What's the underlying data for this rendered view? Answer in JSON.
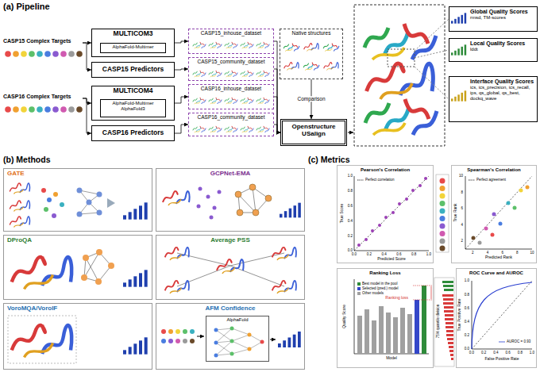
{
  "diagram": {
    "nodes": [
      {
        "text": [
          "CASP15 Complex Targets"
        ]
      },
      {
        "text": [
          "MULTICOM3"
        ]
      },
      {
        "text": [
          "AlphaFold-Multimer"
        ],
        "in": 1
      },
      {
        "text": [
          "CASP15 Predictors"
        ]
      },
      {
        "text": [
          "CASP16 Complex Targets"
        ]
      },
      {
        "text": [
          "MULTICOM4"
        ]
      },
      {
        "text": [
          "AlphaFold-Multimer AlphaFold3"
        ],
        "in": 5
      },
      {
        "text": [
          "CASP16 Predictors"
        ]
      },
      {
        "text": [
          "CASP15_inhouse_dataset"
        ]
      },
      {
        "text": [
          "CASP15_community_dataset"
        ]
      },
      {
        "text": [
          "CASP16_inhouse_dataset"
        ]
      },
      {
        "text": [
          "CASP16_community_dataset"
        ]
      },
      {
        "text": [
          "Native structures"
        ]
      },
      {
        "text": [
          "Openstructure",
          "USalign"
        ]
      },
      {
        "text": [
          "Global Quality Scores",
          "rmsd, TM-scores"
        ]
      },
      {
        "text": [
          "Local Quality Scores",
          "lddt"
        ]
      },
      {
        "text": [
          "Interface Quality Scores",
          "ics, ics_precision, ics_recall, ips, qs_global, qs_best, dockq_wave"
        ]
      },
      {
        "text": [
          "GATE"
        ]
      },
      {
        "text": [
          "GCPNet-EMA"
        ]
      },
      {
        "text": [
          "DProQA"
        ]
      },
      {
        "text": [
          "Average PSS"
        ]
      },
      {
        "text": [
          "VoroMQA/VoroIF"
        ]
      },
      {
        "text": [
          "AFM Confidence"
        ]
      },
      {
        "text": [
          "AlphaFold"
        ],
        "in": 22
      },
      {
        "text": [
          "Pearson's Correlation"
        ]
      },
      {
        "text": [
          "Spearman's Correlation"
        ]
      },
      {
        "text": [
          "Ranking Loss"
        ]
      },
      {
        "text": [
          "ROC Curve and AUROC"
        ]
      }
    ],
    "edges": [
      {
        "from": 0,
        "to": 1,
        "arrow": "to"
      },
      {
        "from": 0,
        "to": 3,
        "arrow": "to"
      },
      {
        "from": 4,
        "to": 5,
        "arrow": "to"
      },
      {
        "from": 4,
        "to": 7,
        "arrow": "to"
      },
      {
        "from": 1,
        "to": 8,
        "arrow": "to"
      },
      {
        "from": 3,
        "to": 9,
        "arrow": "to"
      },
      {
        "from": 5,
        "to": 10,
        "arrow": "to"
      },
      {
        "from": 7,
        "to": 11,
        "arrow": "to"
      },
      {
        "from": 8,
        "to": 13,
        "arrow": "to"
      },
      {
        "from": 9,
        "to": 13,
        "arrow": "to"
      },
      {
        "from": 10,
        "to": 13,
        "arrow": "to"
      },
      {
        "from": 11,
        "to": 13,
        "arrow": "to"
      },
      {
        "from": 12,
        "to": 13,
        "label": "Comparison",
        "arrow": "to"
      }
    ],
    "labels": [
      "(a) Pipeline",
      "(b) Methods",
      "(c) Metrics",
      "Predicted Score",
      "True Score",
      "0.0",
      "0.2",
      "0.4",
      "0.6",
      "0.8",
      "1.0",
      "0.0",
      "0.2",
      "0.4",
      "0.6",
      "0.8",
      "1.0",
      "Predicted Rank",
      "True Rank",
      "2",
      "4",
      "6",
      "8",
      "10",
      "2",
      "4",
      "6",
      "8",
      "10",
      "Model",
      "Quality Score",
      "Ranking loss",
      "False Positive Rate",
      "True Positive Rate",
      "0.0",
      "0.2",
      "0.4",
      "0.6",
      "0.8",
      "1.0",
      "0.0",
      "0.2",
      "0.4",
      "0.6",
      "0.8",
      "1.0",
      "75% quantile division"
    ],
    "legend": [
      {
        "text": "Perfect correlation"
      },
      {
        "text": "Perfect agreement"
      },
      {
        "text": "Best model in the pool",
        "color": "#2e8b3a"
      },
      {
        "text": "Selected (pred.) model",
        "color": "#3447c9"
      },
      {
        "text": "Other models",
        "color": "#a0a0a0"
      },
      {
        "text": "AUROC = 0.93"
      }
    ]
  }
}
